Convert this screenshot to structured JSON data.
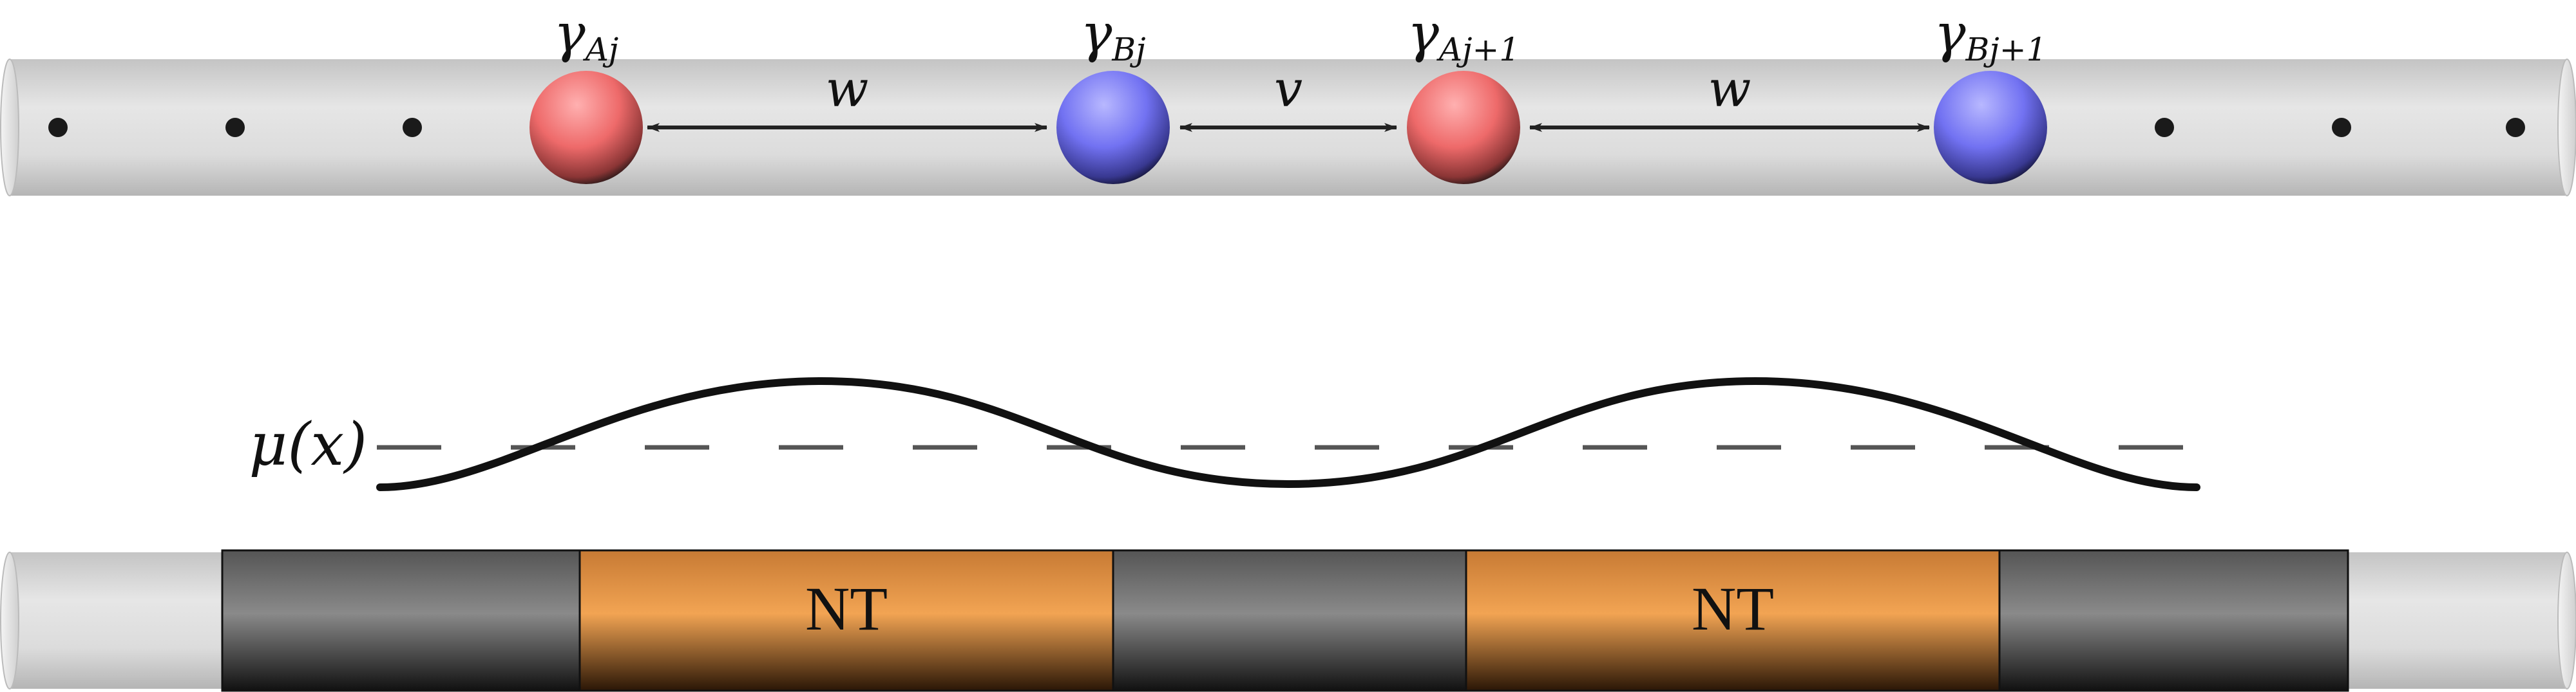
{
  "top_chain": {
    "sites": [
      {
        "symbol": "γ",
        "sub": "Aj",
        "type": "A"
      },
      {
        "symbol": "γ",
        "sub": "Bj",
        "type": "B"
      },
      {
        "symbol": "γ",
        "sub": "Aj+1",
        "type": "A"
      },
      {
        "symbol": "γ",
        "sub": "Bj+1",
        "type": "B"
      }
    ],
    "couplings": [
      {
        "label": "w"
      },
      {
        "label": "v"
      },
      {
        "label": "w"
      }
    ]
  },
  "potential": {
    "label": "μ(x)"
  },
  "bottom_wire": {
    "segments": [
      {
        "kind": "dark",
        "label": ""
      },
      {
        "kind": "nt",
        "label": "NT"
      },
      {
        "kind": "dark",
        "label": ""
      },
      {
        "kind": "nt",
        "label": "NT"
      },
      {
        "kind": "dark",
        "label": ""
      }
    ]
  },
  "colors": {
    "site_a": "#f07070",
    "site_b": "#7a7af5",
    "nt_segment": "#f0a050",
    "dark_segment": "#777777",
    "wire": "#d8d8d8"
  }
}
